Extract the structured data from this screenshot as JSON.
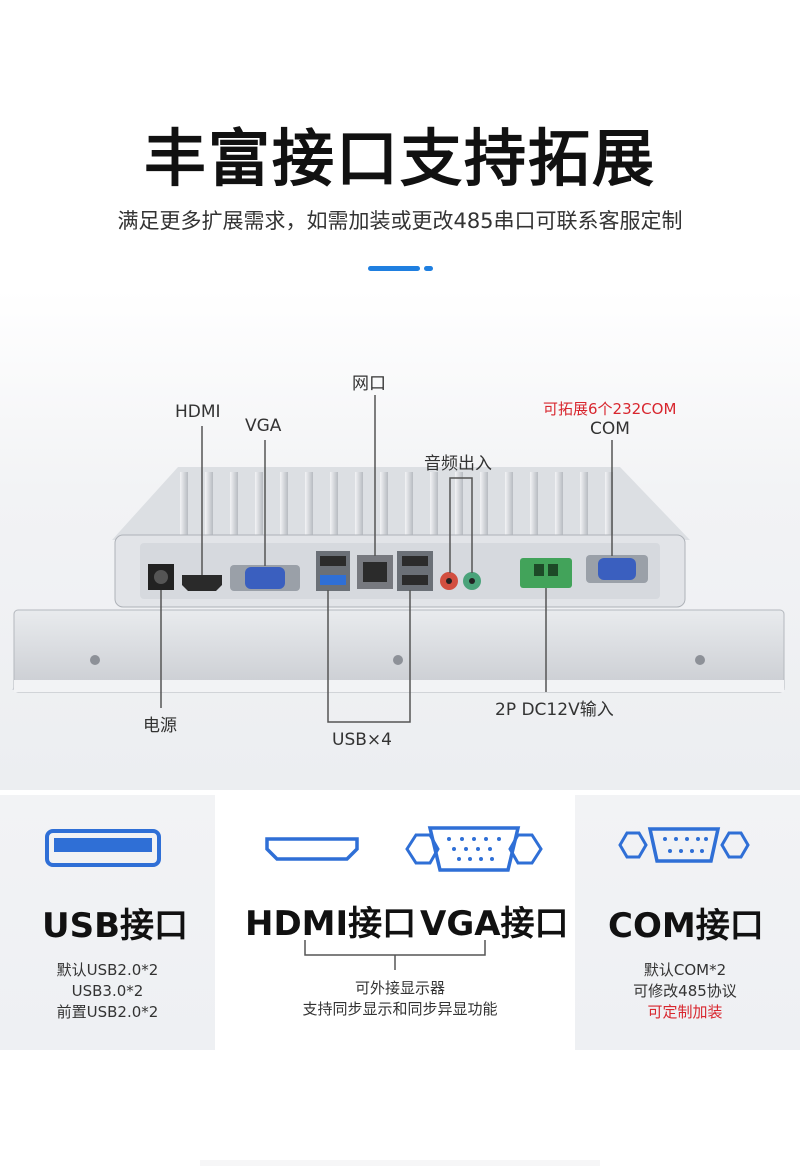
{
  "header": {
    "title": "丰富接口支持拓展",
    "subtitle": "满足更多扩展需求，如需加装或更改485串口可联系客服定制"
  },
  "diagram": {
    "labels": {
      "network": "网口",
      "hdmi": "HDMI",
      "vga": "VGA",
      "audio": "音频出入",
      "com_note": "可拓展6个232COM",
      "com": "COM",
      "power": "电源",
      "usb": "USB×4",
      "dc": "2P DC12V输入"
    }
  },
  "features": {
    "usb": {
      "title": "USB接口",
      "lines": [
        "默认USB2.0*2",
        "USB3.0*2",
        "前置USB2.0*2"
      ]
    },
    "display": {
      "hdmi_title": "HDMI接口",
      "vga_title": "VGA接口",
      "lines": [
        "可外接显示器",
        "支持同步显示和同步异显功能"
      ]
    },
    "com": {
      "title": "COM接口",
      "lines": [
        "默认COM*2",
        "可修改485协议"
      ],
      "highlight": "可定制加装"
    }
  },
  "colors": {
    "accent": "#1f7fe0",
    "usb_blue": "#2f6fd6",
    "highlight_red": "#d8262e"
  }
}
